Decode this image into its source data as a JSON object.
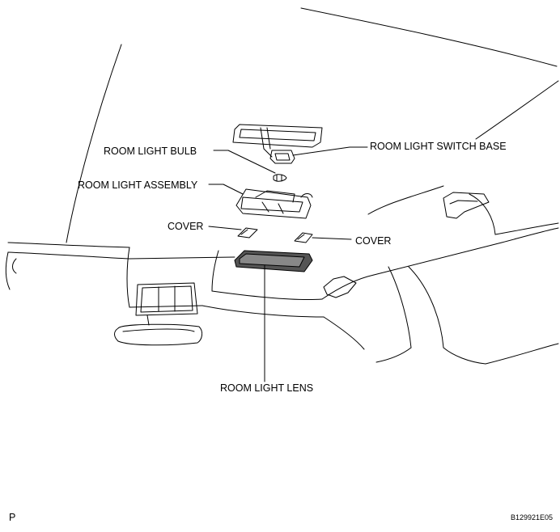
{
  "labels": {
    "switch_base": "ROOM LIGHT SWITCH BASE",
    "bulb": "ROOM LIGHT BULB",
    "assembly": "ROOM LIGHT ASSEMBLY",
    "cover_left": "COVER",
    "cover_right": "COVER",
    "lens": "ROOM LIGHT LENS"
  },
  "corner_left": "P",
  "figure_code": "B129921E05"
}
